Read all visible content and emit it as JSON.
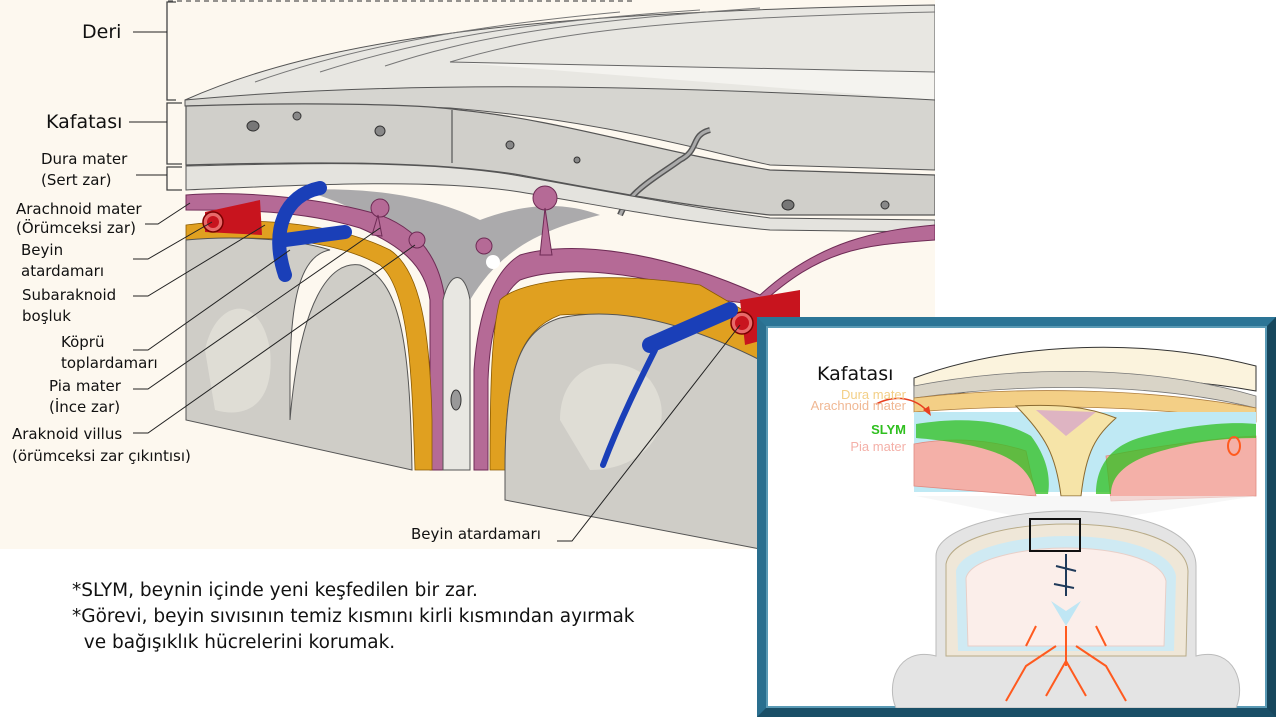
{
  "main_diagram": {
    "labels": {
      "deri": "Deri",
      "kafatasi": "Kafatası",
      "dura_mater": "Dura mater",
      "dura_mater_tr": "(Sert zar)",
      "arachnoid_mater": "Arachnoid mater",
      "arachnoid_mater_tr": "(Örümceksi zar)",
      "beyin_atardamari_1": "Beyin",
      "beyin_atardamari_2": "atardamarı",
      "subaraknoid_1": "Subaraknoid",
      "subaraknoid_2": "boşluk",
      "kopru_1": "Köprü",
      "kopru_2": "toplardamarı",
      "pia_mater": "Pia mater",
      "pia_mater_tr": "(İnce zar)",
      "araknoid_villus": "Araknoid villus",
      "araknoid_villus_tr": "(örümceksi zar çıkıntısı)",
      "beyin_atardamari_bottom": "Beyin atardamarı"
    },
    "colors": {
      "background": "#fdf8ef",
      "artery": "#c8141e",
      "vein": "#1a3fb8",
      "arachnoid": "#b56a96",
      "subarachnoid": "#e0a020",
      "brain": "#cfcdc7"
    }
  },
  "notes": [
    "*SLYM, beynin içinde yeni keşfedilen bir zar.",
    "*Görevi, beyin sıvısının temiz kısmını kirli kısmından ayırmak",
    "  ve bağışıklık hücrelerini korumak."
  ],
  "inset": {
    "title": "Kafatası",
    "labels": {
      "dura_mater": "Dura mater",
      "arachnoid_mater": "Arachnoid mater",
      "slym": "SLYM",
      "pia_mater": "Pia mater"
    },
    "colors": {
      "frame": "#1f5f7a",
      "dura": "#f3cf86",
      "arachnoid": "#f0b894",
      "slym": "#2fbf1f",
      "pia": "#f4b0a8",
      "csf": "#bfe9f4",
      "vessels": "#ff5a1f"
    }
  }
}
